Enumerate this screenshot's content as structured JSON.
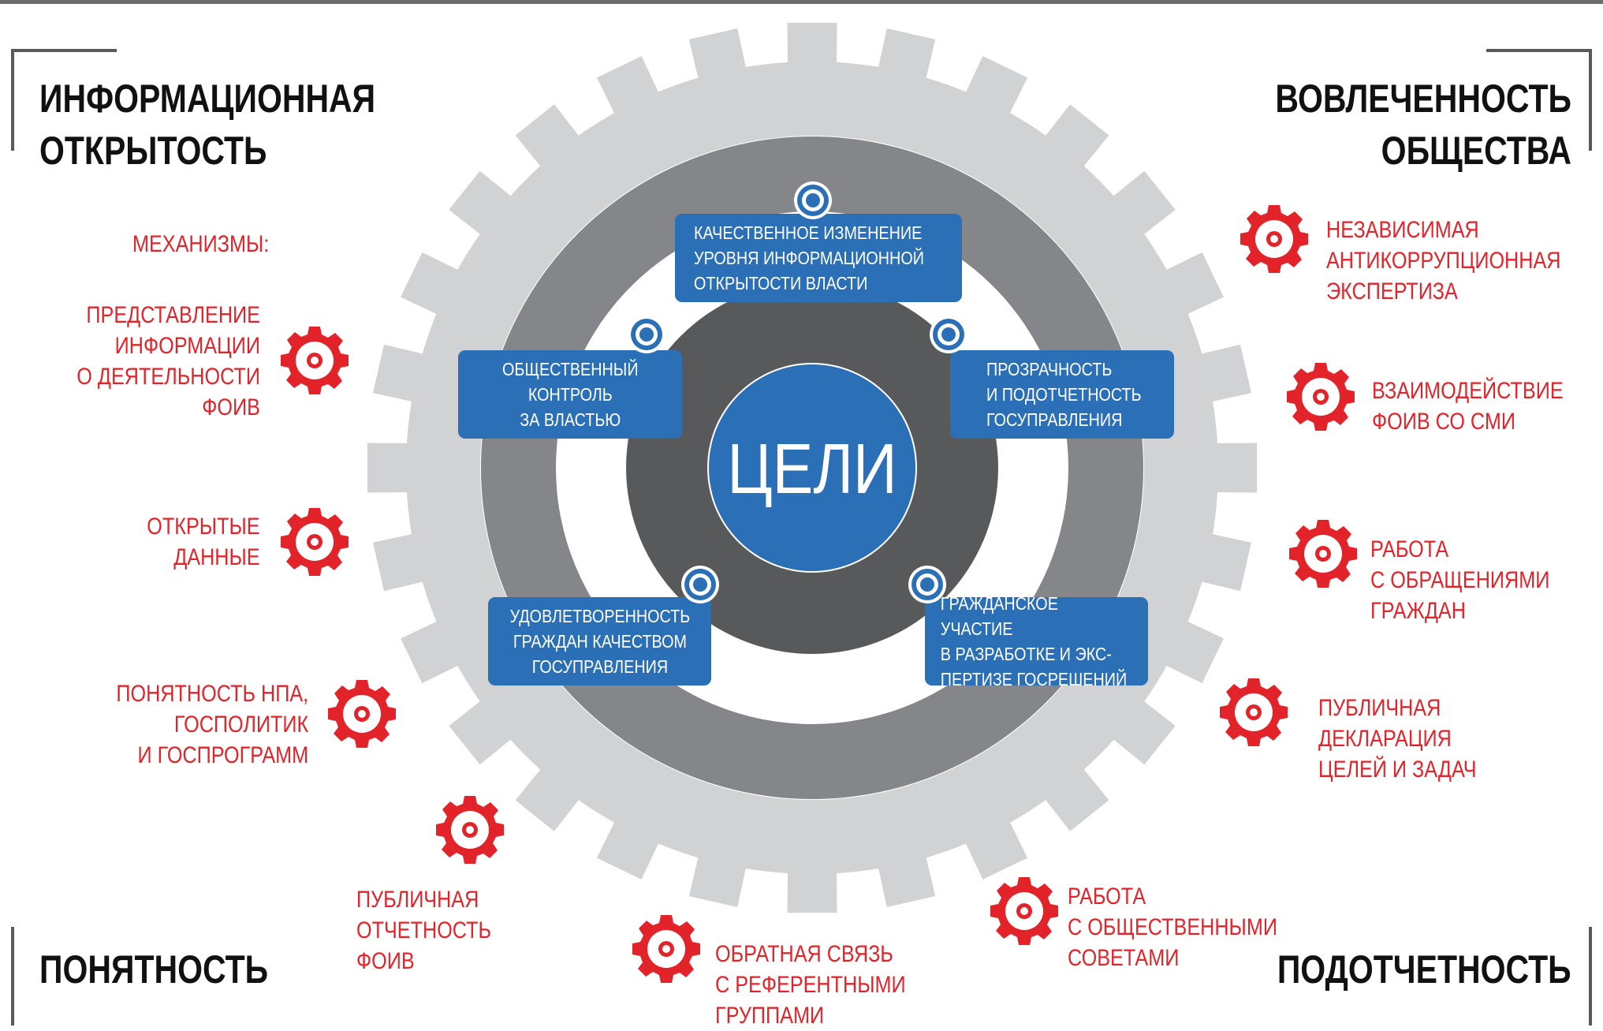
{
  "corners": {
    "top_left": "ИНФОРМАЦИОННАЯ\nОТКРЫТОСТЬ",
    "top_right": "ВОВЛЕЧЕННОСТЬ\nОБЩЕСТВА",
    "bottom_left": "ПОНЯТНОСТЬ",
    "bottom_right": "ПОДОТЧЕТНОСТЬ"
  },
  "center": {
    "label": "ЦЕЛИ"
  },
  "goals": {
    "top": "КАЧЕСТВЕННОЕ ИЗМЕНЕНИЕ\nУРОВНЯ ИНФОРМАЦИОННОЙ\nОТКРЫТОСТИ ВЛАСТИ",
    "left": "ОБЩЕСТВЕННЫЙ\nКОНТРОЛЬ\nЗА ВЛАСТЬЮ",
    "right": "ПРОЗРАЧНОСТЬ\nИ ПОДОТЧЕТНОСТЬ\nГОСУПРАВЛЕНИЯ",
    "bottom_left": "УДОВЛЕТВОРЕННОСТЬ\nГРАЖДАН КАЧЕСТВОМ\nГОСУПРАВЛЕНИЯ",
    "bottom_right": "ГРАЖДАНСКОЕ УЧАСТИЕ\nВ РАЗРАБОТКЕ И ЭКС-\nПЕРТИЗЕ ГОСРЕШЕНИЙ"
  },
  "mechanisms": {
    "heading": "МЕХАНИЗМЫ:",
    "left": [
      "ПРЕДСТАВЛЕНИЕ\nИНФОРМАЦИИ\nО ДЕЯТЕЛЬНОСТИ\nФОИВ",
      "ОТКРЫТЫЕ\nДАННЫЕ",
      "ПОНЯТНОСТЬ НПА,\nГОСПОЛИТИК\nИ ГОСПРОГРАММ"
    ],
    "bottom": [
      "ПУБЛИЧНАЯ\nОТЧЕТНОСТЬ\nФОИВ",
      "ОБРАТНАЯ СВЯЗЬ\nС РЕФЕРЕНТНЫМИ\nГРУППАМИ",
      "РАБОТА\nС ОБЩЕСТВЕННЫМИ\nСОВЕТАМИ"
    ],
    "right": [
      "НЕЗАВИСИМАЯ\nАНТИКОРРУПЦИОННАЯ\nЭКСПЕРТИЗА",
      "ВЗАИМОДЕЙСТВИЕ\nФОИВ СО СМИ",
      "РАБОТА\nС ОБРАЩЕНИЯМИ\nГРАЖДАН",
      "ПУБЛИЧНАЯ\nДЕКЛАРАЦИЯ\nЦЕЛЕЙ И ЗАДАЧ"
    ]
  },
  "colors": {
    "outer_gear": "#d1d2d4",
    "middle_ring": "#858689",
    "inner_ring": "#58595b",
    "blue": "#2b6fb6",
    "red": "#e3232a",
    "text_dark": "#111111"
  },
  "icons": {
    "mechanism": "gear-icon",
    "goal_marker": "ring-marker-icon"
  }
}
